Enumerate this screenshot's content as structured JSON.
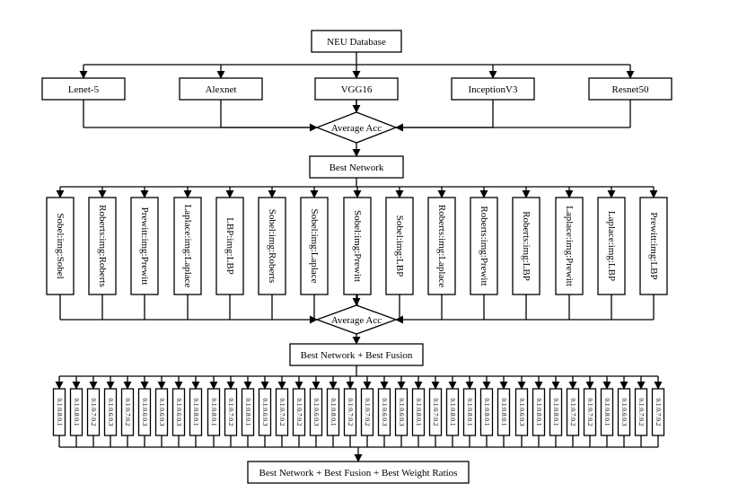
{
  "nodes": {
    "database": "NEU Database",
    "networks": [
      "Lenet-5",
      "Alexnet",
      "VGG16",
      "InceptionV3",
      "Resnet50"
    ],
    "average_acc_1": "Average Acc",
    "best_network": "Best Network",
    "fusions": [
      "Sobel:img:Sobel",
      "Roberts:img:Roberts",
      "Prewitt:img:Prewitt",
      "Laplace:img:Laplace",
      "LBP:img:LBP",
      "Sobel:img:Roberts",
      "Sobel:img:Laplace",
      "Sobel:img:Prewitt",
      "Sobel:img:LBP",
      "Roberts:img:Laplace",
      "Roberts:img:Prewitt",
      "Roberts:img:LBP",
      "Laplace:img:Prewitt",
      "Laplace:img:LBP",
      "Prewitt:img:LBP"
    ],
    "average_acc_2": "Average Acc",
    "best_network_fusion": "Best Network + Best Fusion",
    "weight_ratios": [
      "0.1:0.8:0.1",
      "0.1:0.8:0.1",
      "0.1:0.7:0.2",
      "0.1:0.6:0.3",
      "0.1:0.7:0.2",
      "0.1:0.6:0.3",
      "0.1:0.6:0.3",
      "0.1:0.6:0.3",
      "0.1:0.8:0.1",
      "0.1:0.8:0.1",
      "0.1:0.7:0.2",
      "0.1:0.8:0.1",
      "0.1:0.6:0.3",
      "0.1:0.7:0.2",
      "0.1:0.7:0.2",
      "0.1:0.6:0.3",
      "0.1:0.8:0.1",
      "0.1:0.7:0.2",
      "0.1:0.7:0.2",
      "0.1:0.6:0.3",
      "0.1:0.6:0.3",
      "0.1:0.8:0.1",
      "0.1:0.7:0.2",
      "0.1:0.8:0.1",
      "0.1:0.8:0.1",
      "0.1:0.8:0.1",
      "0.1:0.8:0.1",
      "0.1:0.6:0.3",
      "0.1:0.8:0.1",
      "0.1:0.8:0.1",
      "0.1:0.7:0.2",
      "0.1:0.7:0.2",
      "0.1:0.8:0.1",
      "0.1:0.6:0.3",
      "0.1:0.7:0.2",
      "0.1:0.7:0.2"
    ],
    "final": "Best Network + Best Fusion  + Best Weight Ratios"
  }
}
